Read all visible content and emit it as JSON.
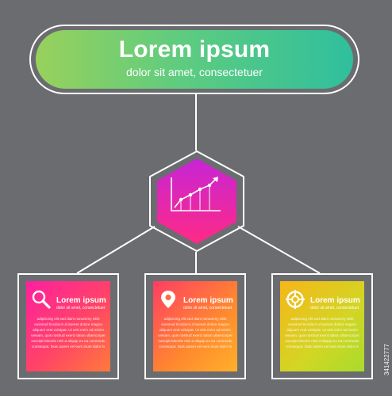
{
  "header": {
    "title": "Lorem ipsum",
    "subtitle": "dolor sit amet, consectetuer"
  },
  "center_node": {
    "icon": "line-chart-icon"
  },
  "cards": [
    {
      "icon": "magnifier-icon",
      "title": "Lorem ipsum",
      "subtitle": "dolor sit amet, consectetuer",
      "body": "adipiscing elit sed diam nonummy nibh euismod tincidunt ut laoreet dolore magna aliquam erat volutpat. Ut wisi enim ad minim veniam, quis nostrud exerci tation ullamcorper suscipit lobortis nisl ut aliquip ex ea commodo consequat. Duis autem vel eum iriure dolor in"
    },
    {
      "icon": "location-pin-icon",
      "title": "Lorem ipsum",
      "subtitle": "dolor sit amet, consectetuer",
      "body": "adipiscing elit sed diam nonummy nibh euismod tincidunt ut laoreet dolore magna aliquam erat volutpat. Ut wisi enim ad minim veniam, quis nostrud exerci tation ullamcorper suscipit lobortis nisl ut aliquip ex ea commodo consequat. Duis autem vel eum iriure dolor in"
    },
    {
      "icon": "target-icon",
      "title": "Lorem ipsum",
      "subtitle": "dolor sit amet, consectetuer",
      "body": "adipiscing elit sed diam nonummy nibh euismod tincidunt ut laoreet dolore magna aliquam erat volutpat. Ut wisi enim ad minim veniam, quis nostrud exerci tation ullamcorper suscipit lobortis nisl ut aliquip ex ea commodo consequat. Duis autem vel eum iriure dolor in"
    }
  ],
  "watermark": "341422777",
  "colors": {
    "background": "#6b6c70",
    "header_gradient": [
      "#98d15c",
      "#2fbf9d"
    ],
    "hexagon_gradient": [
      "#c625d6",
      "#ff2a86"
    ],
    "connector": "#ffffff"
  }
}
